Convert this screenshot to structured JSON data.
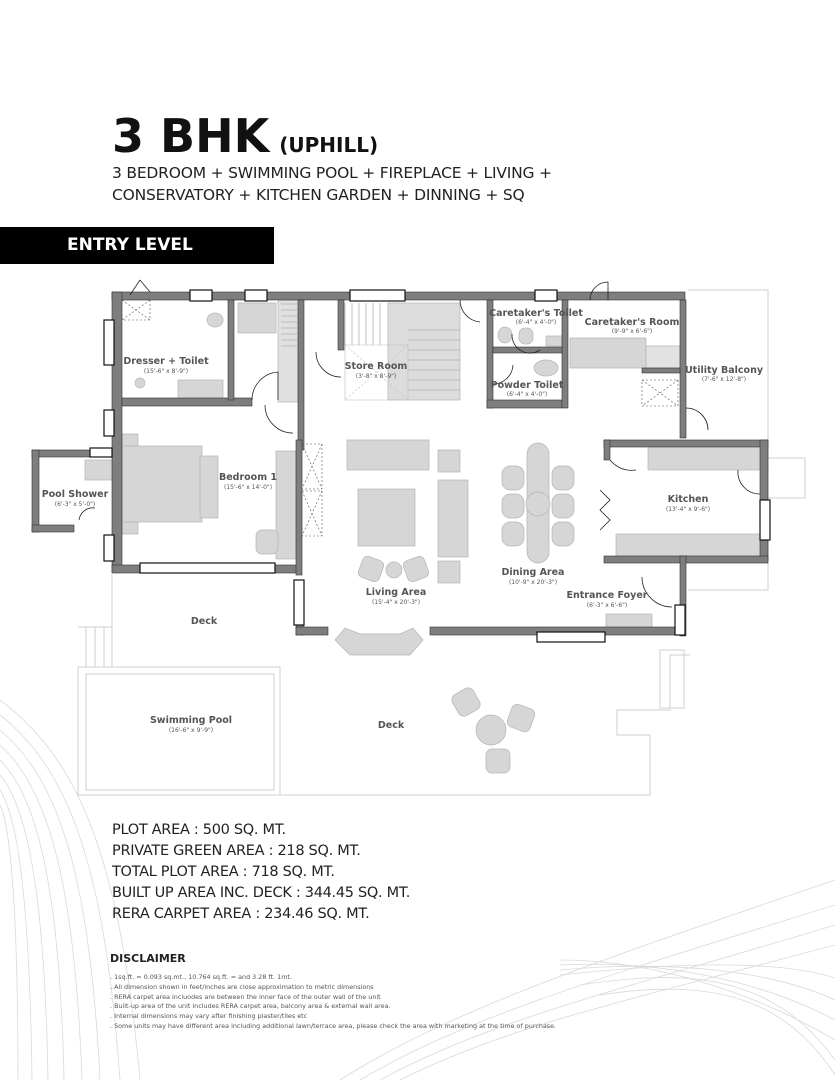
{
  "header": {
    "title": "3 BHK",
    "subtitle": "(UPHILL)",
    "description_line1": "3 BEDROOM + SWIMMING POOL + FIREPLACE + LIVING +",
    "description_line2": "CONSERVATORY + KITCHEN GARDEN + DINNING + SQ"
  },
  "level_banner": "ENTRY LEVEL",
  "rooms": {
    "dresser_toilet": {
      "name": "Dresser + Toilet",
      "size": "(15'-6\" x 8'-9\")"
    },
    "store_room": {
      "name": "Store Room",
      "size": "(3'-8\" x 8'-9\")"
    },
    "caretakers_toilet": {
      "name": "Caretaker's Toilet",
      "size": "(6'-4\" x 4'-0\")"
    },
    "caretakers_room": {
      "name": "Caretaker's Room",
      "size": "(9'-9\" x 6'-6\")"
    },
    "powder_toilet": {
      "name": "Powder Toilet",
      "size": "(6'-4\" x 4'-0\")"
    },
    "utility_balcony": {
      "name": "Utility Balcony",
      "size": "(7'-6\" x 12'-8\")"
    },
    "pool_shower": {
      "name": "Pool Shower",
      "size": "(6'-3\" x 5'-0\")"
    },
    "bedroom_1": {
      "name": "Bedroom 1",
      "size": "(15'-6\" x 14'-0\")"
    },
    "kitchen": {
      "name": "Kitchen",
      "size": "(13'-4\" x 9'-6\")"
    },
    "dining_area": {
      "name": "Dining Area",
      "size": "(10'-9\" x 20'-3\")"
    },
    "living_area": {
      "name": "Living Area",
      "size": "(15'-4\" x 20'-3\")"
    },
    "entrance_foyer": {
      "name": "Entrance Foyer",
      "size": "(6'-3\" x 6'-6\")"
    },
    "deck_left": {
      "name": "Deck"
    },
    "deck_bottom": {
      "name": "Deck"
    },
    "swimming_pool": {
      "name": "Swimming Pool",
      "size": "(16'-6\" x 9'-9\")"
    }
  },
  "areas": [
    "PLOT AREA : 500 SQ. MT.",
    "PRIVATE GREEN AREA : 218 SQ. MT.",
    "TOTAL PLOT AREA : 718 SQ. MT.",
    "BUILT UP AREA INC. DECK : 344.45 SQ. MT.",
    "RERA CARPET AREA : 234.46 SQ. MT."
  ],
  "disclaimer": {
    "title": "DISCLAIMER",
    "items": [
      ". 1sq.ft. = 0.093 sq.mt., 10.764 sq.ft. = and 3.28 ft. 1mt.",
      ". All dimension shown in feet/inches are close approximation to metric dimensions",
      ". RERA carpet area incluodes are between the inner face of the outer wall of the unit",
      ". Built-up area of the unit includes RERA carpet area, balcony area & external wall area.",
      ". Internal dimensions may vary after finishing plaster/tiles etc",
      ". Some units may have different area including additional lawn/terrace area, please check the area with marketing at the time of purchase."
    ]
  },
  "colors": {
    "wall": "#7a7a7a",
    "furniture": "#d4d4d4",
    "banner": "#000000",
    "label": "#555555"
  }
}
